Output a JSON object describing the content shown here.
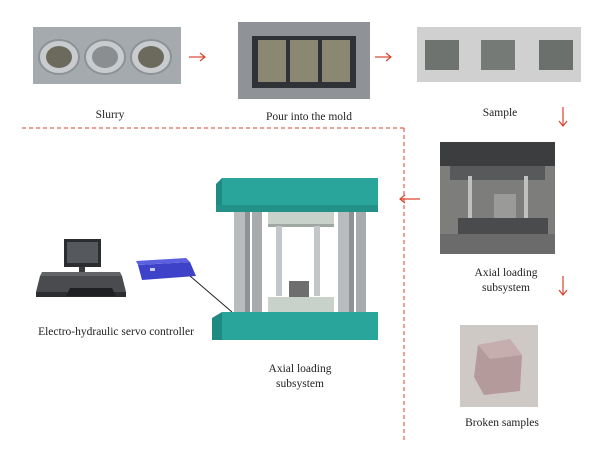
{
  "captions": {
    "slurry": "Slurry",
    "pour": "Pour into the mold",
    "sample": "Sample",
    "axial_photo_l1": "Axial loading",
    "axial_photo_l2": "subsystem",
    "axial_render_l1": "Axial loading",
    "axial_render_l2": "subsystem",
    "controller": "Electro-hydraulic servo controller",
    "broken": "Broken samples"
  },
  "colors": {
    "arrow": "#d9432f",
    "frame_teal": "#2aa59c",
    "column_gray": "#b9bcbe",
    "specimen_gray": "#6e6e6e",
    "controller_blue": "#3d42c8"
  }
}
